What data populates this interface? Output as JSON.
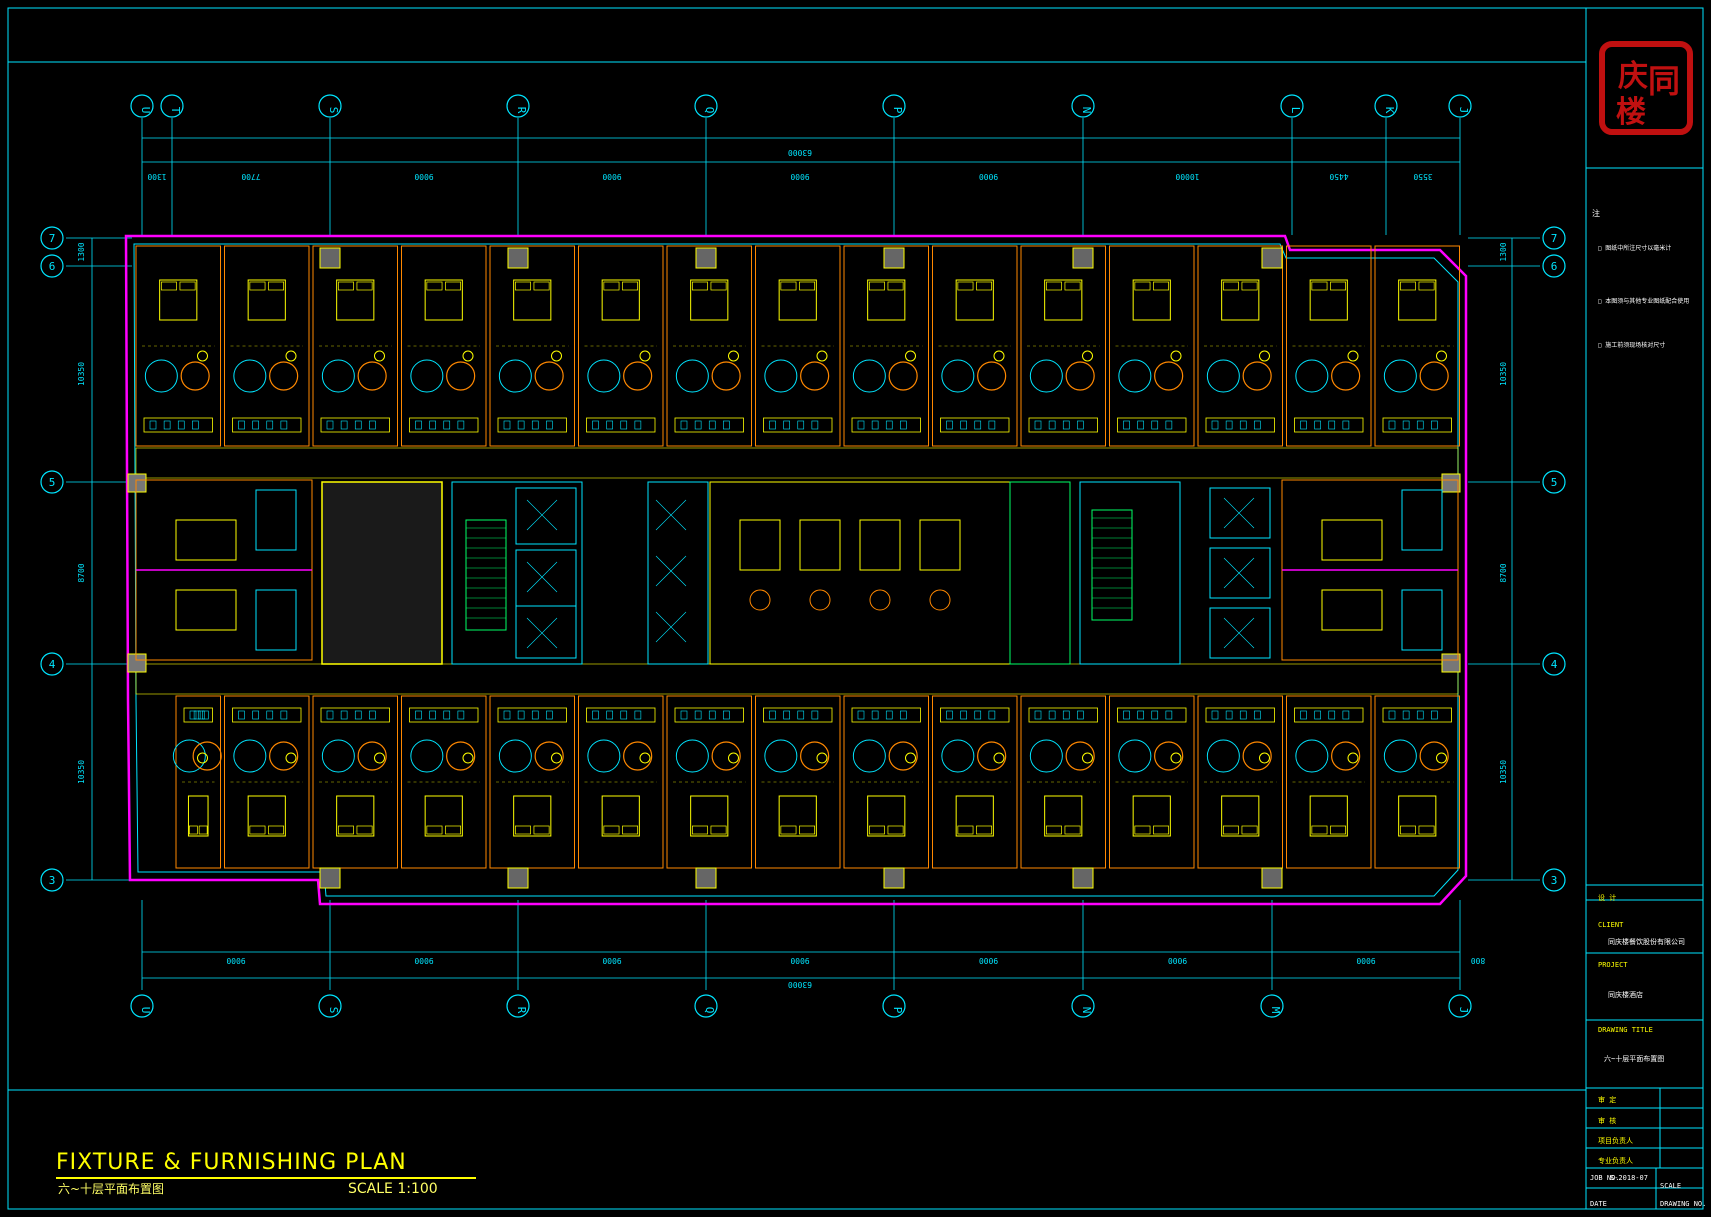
{
  "drawing": {
    "title": "FIXTURE & FURNISHING PLAN",
    "subtitle": "六~十层平面布置图",
    "scale": "SCALE 1:100"
  },
  "seal": {
    "text": "同庆楼"
  },
  "grid": {
    "columns": [
      "U",
      "T",
      "S",
      "R",
      "Q",
      "P",
      "N",
      "L",
      "K",
      "J"
    ],
    "bottom_columns": [
      "U",
      "S",
      "R",
      "Q",
      "P",
      "N",
      "M",
      "J"
    ],
    "rows": [
      "7",
      "6",
      "5",
      "4",
      "3"
    ],
    "overall_dim": "63000",
    "top_dims": [
      "1300",
      "7700",
      "9000",
      "9000",
      "9000",
      "9000",
      "10000",
      "4450",
      "3550"
    ],
    "bottom_dims": [
      "9000",
      "9000",
      "9000",
      "9000",
      "9000",
      "9000",
      "9000",
      "800"
    ],
    "left_dims": [
      "1300",
      "10350",
      "8700",
      "10350"
    ],
    "right_dims": [
      "1300",
      "10350",
      "8700",
      "10350"
    ]
  },
  "notes": {
    "heading": "注",
    "lines": [
      "□ 图纸中所注尺寸以毫米计",
      "□ 本图须与其他专业图纸配合使用",
      "□ 施工前须现场核对尺寸"
    ]
  },
  "title_block": {
    "designer": {
      "label": "设  计",
      "value": ""
    },
    "client": {
      "label": "CLIENT",
      "value": "同庆楼餐饮股份有限公司"
    },
    "project": {
      "label": "PROJECT",
      "value": "同庆楼酒店"
    },
    "drawing_title": {
      "label": "DRAWING TITLE",
      "value": "六~十层平面布置图"
    },
    "rows": [
      "审  定",
      "审  核",
      "项目负责人",
      "专业负责人"
    ],
    "job_no_label": "JOB NO.",
    "job_no": "S-2018-07",
    "scale_label": "SCALE",
    "date_label": "DATE",
    "drawing_no_label": "DRAWING NO."
  },
  "colors": {
    "frame": "#00e5ff",
    "wall": "#ff00ff",
    "furniture": "#ffff00",
    "accent": "#ff8800",
    "green": "#00ff66"
  }
}
